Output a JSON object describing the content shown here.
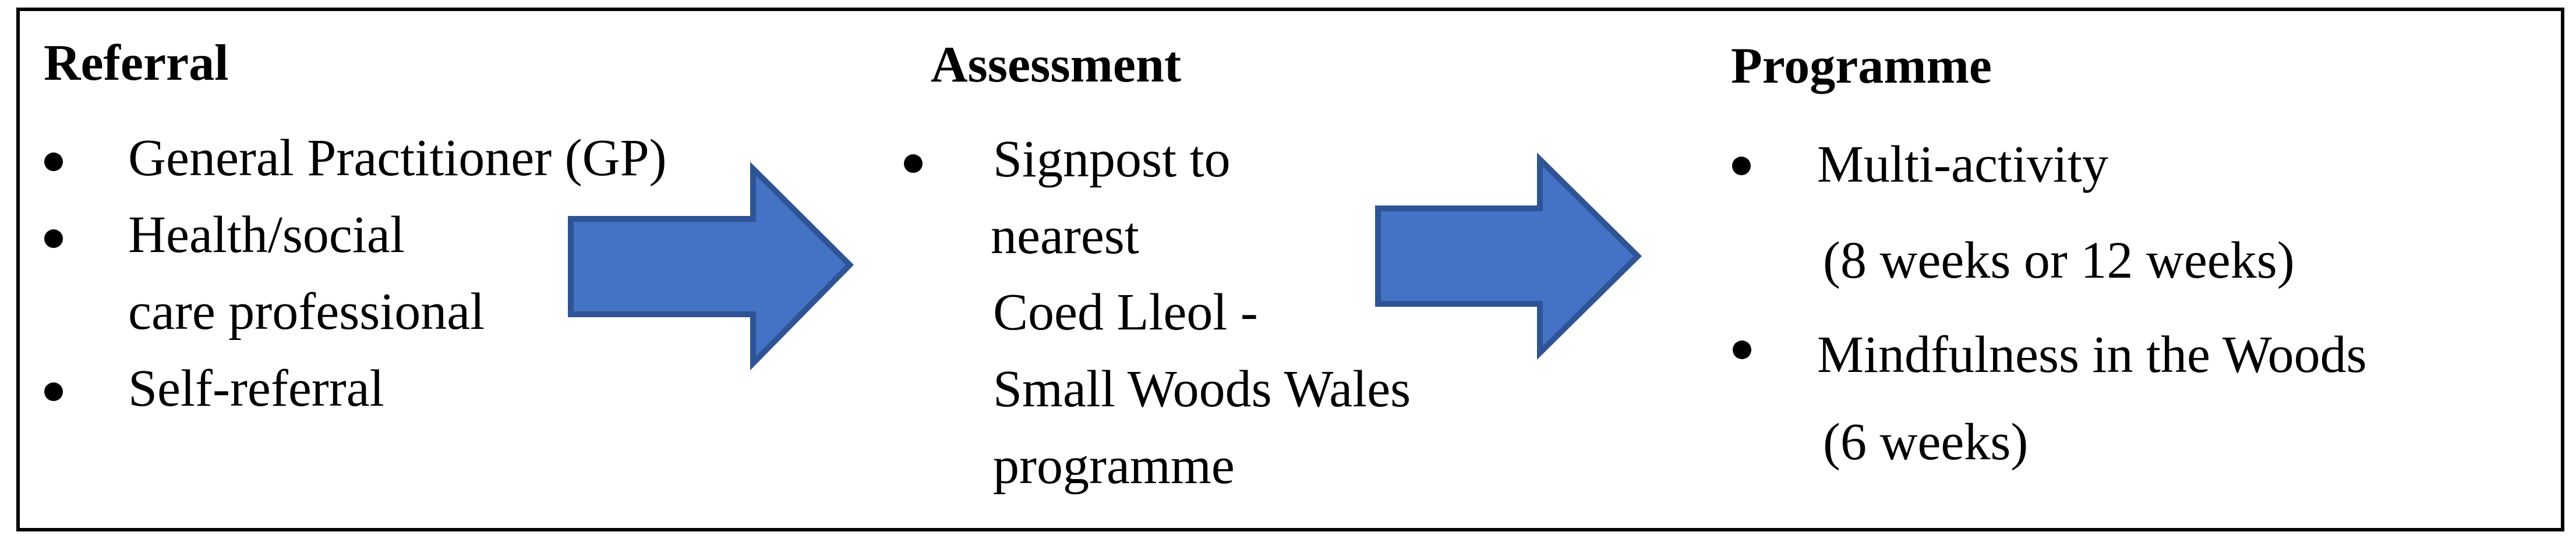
{
  "figure": {
    "columns": [
      {
        "heading": "Referral",
        "items": [
          {
            "lines": [
              "General Practitioner (GP)"
            ]
          },
          {
            "lines": [
              "Health/social",
              "care professional"
            ]
          },
          {
            "lines": [
              "Self-referral"
            ]
          }
        ]
      },
      {
        "heading": "Assessment",
        "items": [
          {
            "lines": [
              "Signpost to",
              "nearest",
              "Coed Lleol -",
              "Small Woods Wales",
              "programme"
            ]
          }
        ]
      },
      {
        "heading": "Programme",
        "items": [
          {
            "lines": [
              "Multi-activity",
              "(8 weeks or 12 weeks)"
            ]
          },
          {
            "lines": [
              "Mindfulness in the Woods",
              "(6 weeks)"
            ]
          }
        ]
      }
    ],
    "icons": {
      "arrow": "right-block-arrow",
      "bullet": "filled-circle"
    },
    "colors": {
      "arrow_fill": "#4472C4",
      "arrow_border": "#2F5496",
      "frame_border": "#000000",
      "text": "#000000",
      "background": "#FFFFFF"
    }
  }
}
